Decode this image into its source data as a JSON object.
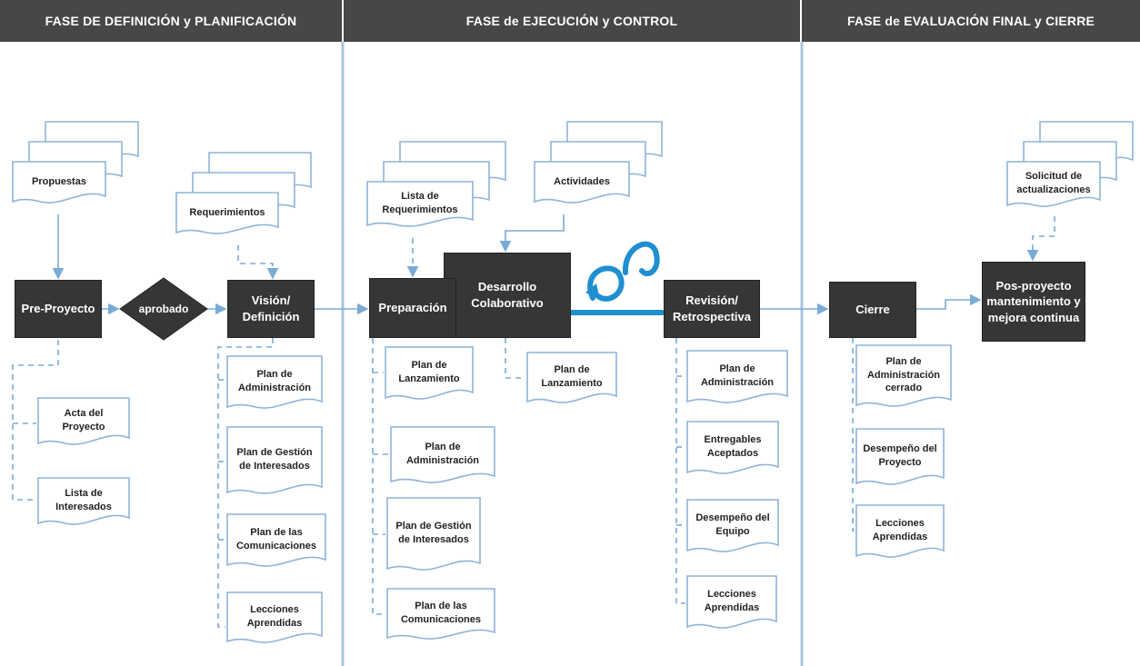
{
  "phases": [
    {
      "title": "FASE DE DEFINICIÓN y PLANIFICACIÓN"
    },
    {
      "title": "FASE de EJECUCIÓN y CONTROL"
    },
    {
      "title": "FASE de EVALUACIÓN FINAL y CIERRE"
    }
  ],
  "processes": {
    "pre_proyecto": "Pre-Proyecto",
    "aprobado": "aprobado",
    "vision_definicion": "Visión/ Definición",
    "preparacion": "Preparación",
    "desarrollo_colaborativo": "Desarrollo Colaborativo",
    "revision_retrospectiva": "Revisión/ Retrospectiva",
    "cierre": "Cierre",
    "pos_proyecto": "Pos-proyecto mantenimiento y mejora continua"
  },
  "inputs": {
    "propuestas": "Propuestas",
    "requerimientos": "Requerimientos",
    "lista_requerimientos": "Lista de Requerimientos",
    "actividades": "Actividades",
    "solicitud_actualizaciones": "Solicitud de actualizaciones"
  },
  "outputs": {
    "acta_proyecto": "Acta del Proyecto",
    "lista_interesados": "Lista de Interesados",
    "plan_admin_1": "Plan de Administración",
    "plan_gestion_1": "Plan de Gestión de Interesados",
    "plan_comunicaciones_1": "Plan de las Comunicaciones",
    "lecciones_1": "Lecciones Aprendidas",
    "plan_lanzamiento_1": "Plan de Lanzamiento",
    "plan_admin_2": "Plan de Administración",
    "plan_gestion_2": "Plan de Gestión de Interesados",
    "plan_comunicaciones_2": "Plan de las Comunicaciones",
    "plan_lanzamiento_2": "Plan de Lanzamiento",
    "plan_admin_3": "Plan de Administración",
    "entregables": "Entregables Aceptados",
    "desempeno_equipo": "Desempeño del Equipo",
    "lecciones_3": "Lecciones Aprendidas",
    "plan_admin_cerrado": "Plan de Administración cerrado",
    "desempeno_proyecto": "Desempeño del Proyecto",
    "lecciones_4": "Lecciones Aprendidas"
  },
  "colors": {
    "header": "#474747",
    "process": "#363636",
    "doc_stroke": "#8fb3d9",
    "connector": "#7aaad6",
    "loop": "#1f8fcf",
    "divider": "#a9c4e0"
  }
}
